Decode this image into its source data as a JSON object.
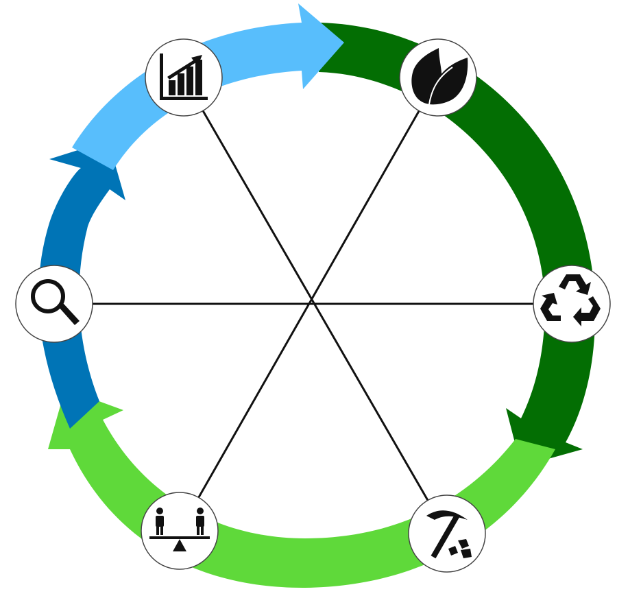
{
  "diagram": {
    "type": "cycle",
    "direction": "clockwise",
    "colors": {
      "dark_green": "#036E03",
      "light_green": "#5FD93A",
      "dark_blue": "#0074B6",
      "light_blue": "#58BEFC",
      "spoke": "#111111",
      "node_border": "#444444",
      "node_fill": "#FFFFFF",
      "icon": "#111111"
    },
    "arcs": [
      {
        "name": "arc-dark-green",
        "color": "dark_green"
      },
      {
        "name": "arc-light-green",
        "color": "light_green"
      },
      {
        "name": "arc-dark-blue",
        "color": "dark_blue"
      },
      {
        "name": "arc-light-blue",
        "color": "light_blue"
      }
    ],
    "nodes": [
      {
        "name": "node-leaf",
        "icon": "leaf-icon"
      },
      {
        "name": "node-recycle",
        "icon": "recycle-icon"
      },
      {
        "name": "node-mining",
        "icon": "pickaxe-rocks-icon"
      },
      {
        "name": "node-balance",
        "icon": "people-seesaw-icon"
      },
      {
        "name": "node-search",
        "icon": "magnifier-icon"
      },
      {
        "name": "node-growth",
        "icon": "bar-chart-growth-icon"
      }
    ]
  }
}
